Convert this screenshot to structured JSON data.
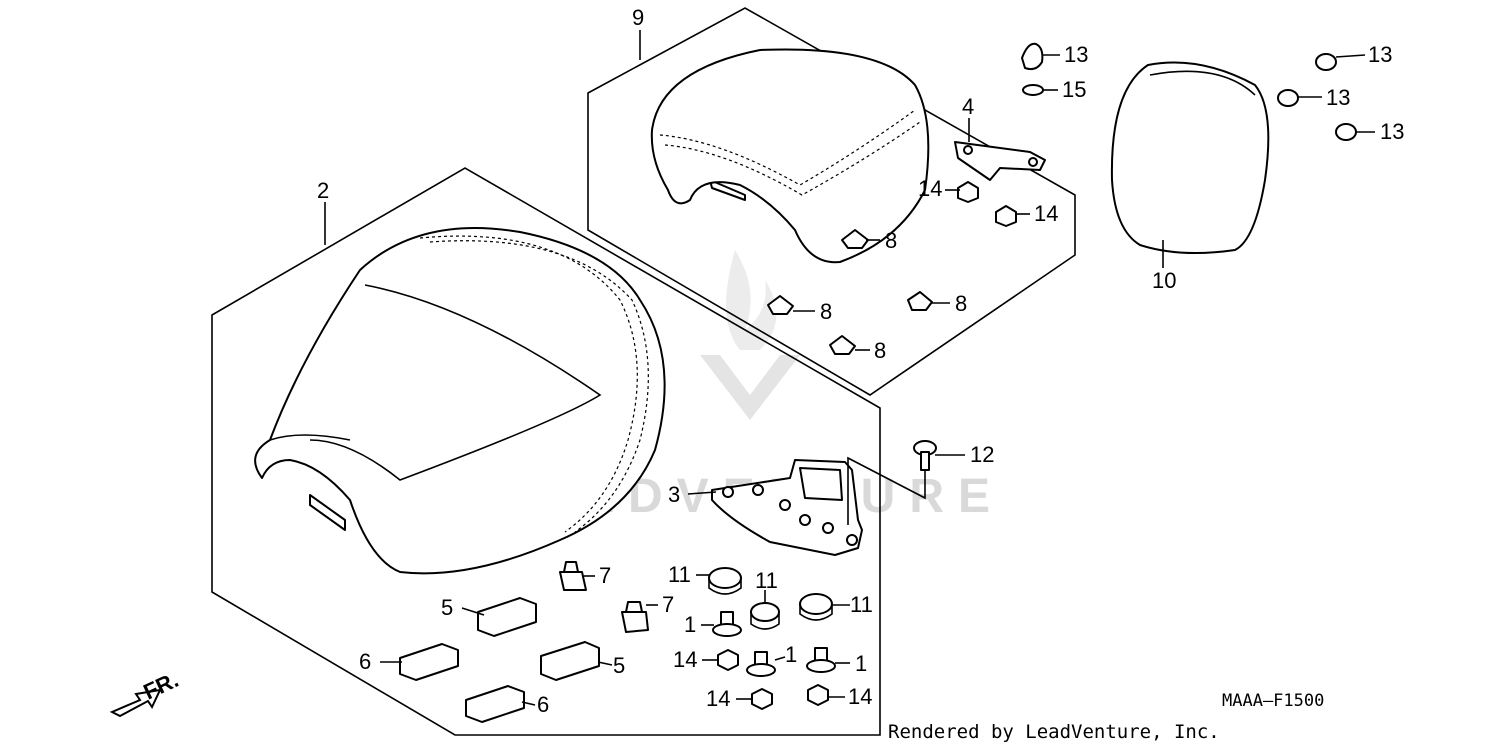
{
  "diagram_code": "MAAA—F1500",
  "credit": "Rendered by LeadVenture, Inc.",
  "watermark": "LEADVENTURE",
  "front_marker": "FR.",
  "callouts": {
    "c1a": "1",
    "c1b": "1",
    "c1c": "1",
    "c2": "2",
    "c3": "3",
    "c4": "4",
    "c5a": "5",
    "c5b": "5",
    "c6a": "6",
    "c6b": "6",
    "c7a": "7",
    "c7b": "7",
    "c8a": "8",
    "c8b": "8",
    "c8c": "8",
    "c8d": "8",
    "c9": "9",
    "c10": "10",
    "c11a": "11",
    "c11b": "11",
    "c11c": "11",
    "c12": "12",
    "c13a": "13",
    "c13b": "13",
    "c13c": "13",
    "c13d": "13",
    "c14a": "14",
    "c14b": "14",
    "c14c": "14",
    "c14d": "14",
    "c15": "15"
  }
}
